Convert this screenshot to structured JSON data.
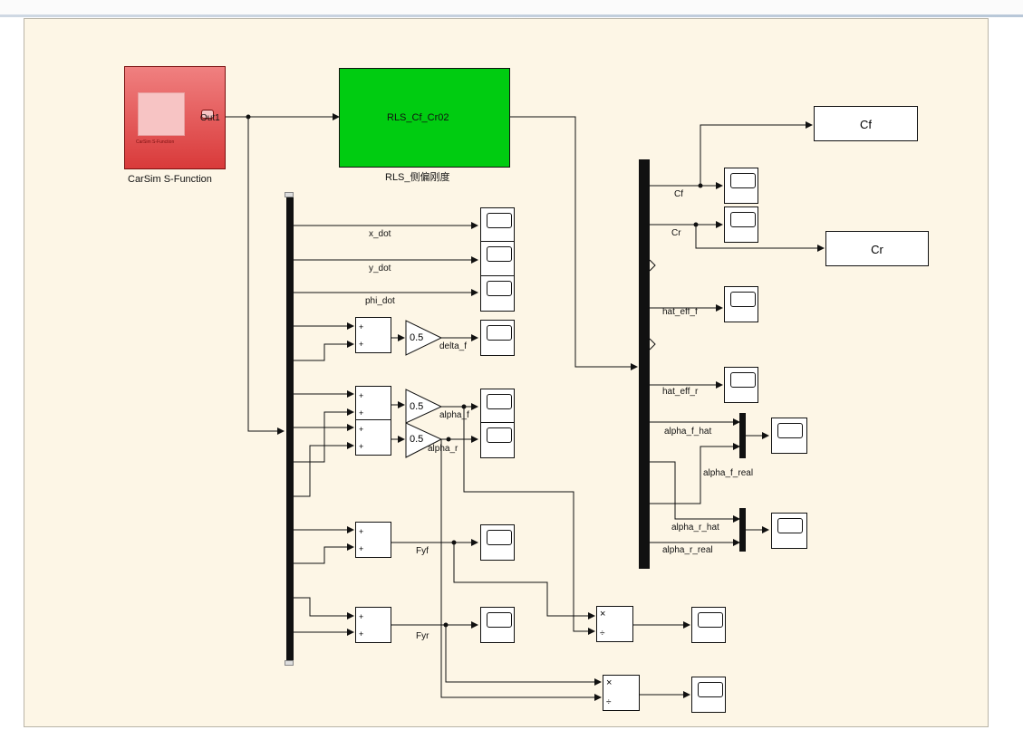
{
  "carsim": {
    "label": "CarSim S-Function",
    "port_label": "Out1",
    "inner_text": "CarSim S-Function"
  },
  "rls": {
    "title": "RLS_Cf_Cr02",
    "caption": "RLS_侧偏刚度"
  },
  "displays": {
    "cf": "Cf",
    "cr": "Cr"
  },
  "gains": {
    "g1": "0.5",
    "g2": "0.5",
    "g3": "0.5"
  },
  "sum_signs": {
    "plus": "+"
  },
  "product_signs": {
    "mul": "×",
    "div": "÷"
  },
  "signals": {
    "x_dot": "x_dot",
    "y_dot": "y_dot",
    "phi_dot": "phi_dot",
    "delta_f": "delta_f",
    "alpha_f": "alpha_f",
    "alpha_r": "alpha_r",
    "Fyf": "Fyf",
    "Fyr": "Fyr",
    "cf": "Cf",
    "cr": "Cr",
    "hat_eff_f": "hat_eff_f",
    "hat_eff_r": "hat_eff_r",
    "alpha_f_hat": "alpha_f_hat",
    "alpha_f_real": "alpha_f_real",
    "alpha_r_hat": "alpha_r_hat",
    "alpha_r_real": "alpha_r_real"
  },
  "colors": {
    "canvas": "#fdf6e6",
    "carsim": "#d93a3a",
    "rls": "#00cc11",
    "line": "#111111"
  }
}
